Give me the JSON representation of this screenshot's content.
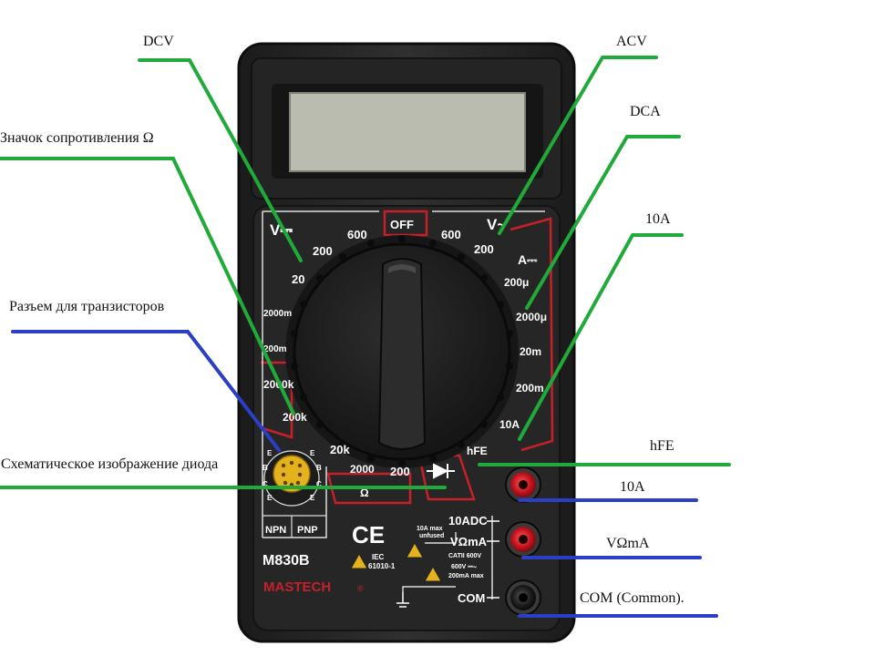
{
  "callouts": {
    "dcv": "DCV",
    "acv": "ACV",
    "dca": "DCA",
    "ohm": "Значок сопротивления Ω",
    "a10": "10A",
    "transistor": "Разъем для транзисторов",
    "diode": "Схематическое изображение диода",
    "hfe": "hFE",
    "jack_10a": "10A",
    "jack_vma": "VΩmA",
    "jack_com": "COM (Common)."
  },
  "colors": {
    "green_line": "#1faa3a",
    "blue_line": "#2b3fc4",
    "body": "#2a2a2a",
    "dial": "#1e1e1e",
    "red_accent": "#c8202a",
    "lcd": "#b9bcae"
  },
  "device": {
    "model": "M830B",
    "brand": "MASTECH",
    "brand_mark": "®",
    "off": "OFF",
    "dcv_symbol": "V⎓",
    "acv_symbol": "V~",
    "dca_symbol": "A⎓",
    "ohm_symbol": "Ω",
    "dcv_ranges": [
      "600",
      "200",
      "20"
    ],
    "dcv_ranges_milli": [
      "2000m",
      "200m"
    ],
    "ohm_ranges": [
      "2000k",
      "200k",
      "20k",
      "2000",
      "200"
    ],
    "acv_ranges": [
      "600",
      "200"
    ],
    "dca_ranges": [
      "200μ",
      "2000μ",
      "20m",
      "200m",
      "10A"
    ],
    "hfe": "hFE",
    "npn": "NPN",
    "pnp": "PNP",
    "socket_letters": [
      "E",
      "B",
      "C",
      "E",
      "E",
      "B",
      "C",
      "E"
    ],
    "jacks": {
      "a10": "10ADC",
      "vma": "VΩmA",
      "com": "COM"
    },
    "fuse_note": [
      "10A max",
      "unfused"
    ],
    "ce": "CE",
    "iec": [
      "IEC",
      "61010-1"
    ],
    "cat": [
      "CATII 600V",
      "600V ⎓∼",
      "200mA max"
    ]
  }
}
